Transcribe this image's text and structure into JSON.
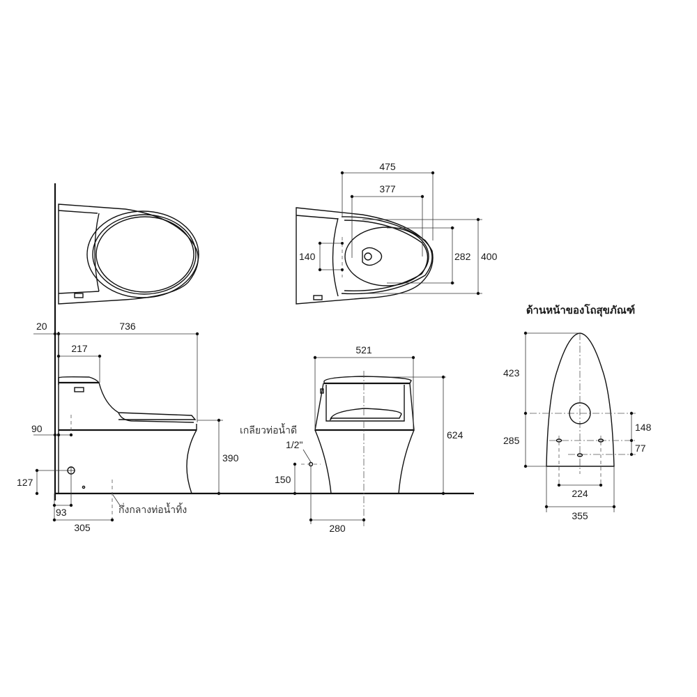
{
  "drawing": {
    "title": "ด้านหน้าของโถสุขภัณฑ์",
    "units": "mm",
    "colors": {
      "line": "#111111",
      "text": "#1a1a1a",
      "background": "#ffffff"
    },
    "top_view": {
      "dimensions": {
        "outer_length": "475",
        "bowl_length": "377",
        "mount_spacing": "140",
        "bowl_width": "282",
        "outer_width": "400"
      }
    },
    "side_view": {
      "dimensions": {
        "wall_gap": "20",
        "total_length": "736",
        "tank_depth": "217",
        "base_offset": "90",
        "seat_height": "390",
        "inlet_height": "127",
        "inlet_offset": "93",
        "drain_center_distance": "305"
      },
      "labels": {
        "drain_center": "กึ่งกลางท่อน้ำทิ้ง"
      }
    },
    "front_view": {
      "dimensions": {
        "width": "521",
        "height": "624",
        "supply_height": "150",
        "supply_offset": "280"
      },
      "labels": {
        "supply_thread": "เกลียวท่อน้ำดี",
        "supply_size": "1/2\""
      }
    },
    "base_view": {
      "dimensions": {
        "front_length": "423",
        "rear_length": "285",
        "drain_to_bolts": "148",
        "bolts_to_rear": "77",
        "bolt_spacing": "224",
        "base_width": "355"
      }
    }
  }
}
